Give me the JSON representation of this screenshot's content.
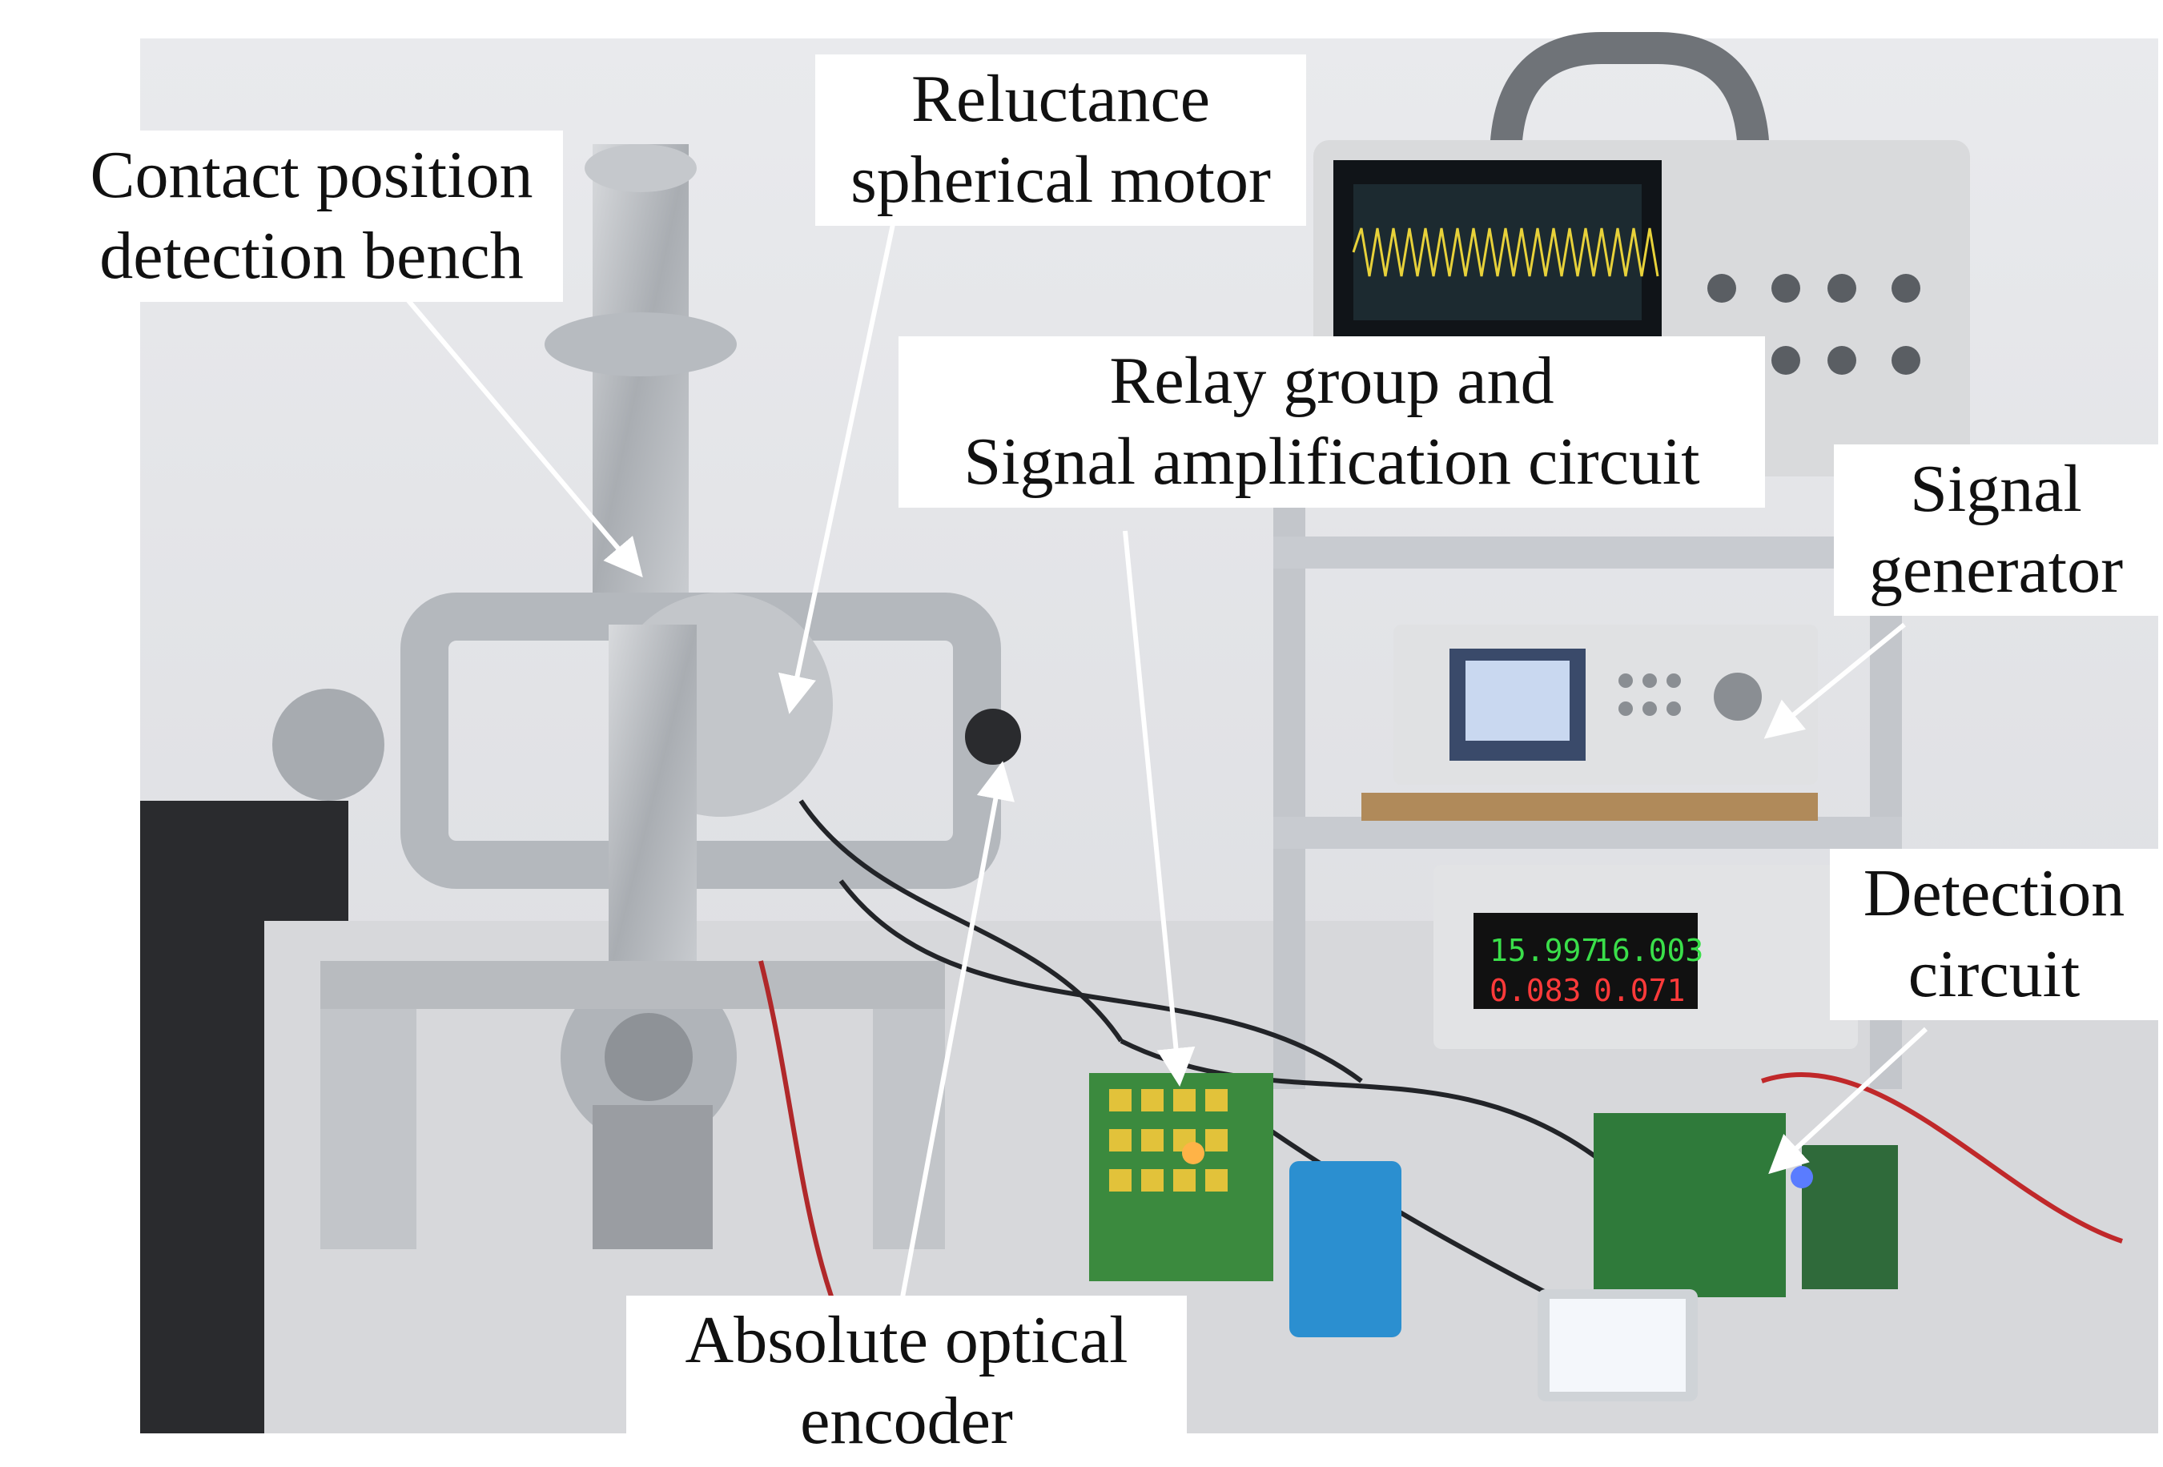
{
  "figure": {
    "labels": {
      "contact_bench": {
        "line1": "Contact position",
        "line2": "detection bench"
      },
      "spherical_motor": {
        "line1": "Reluctance",
        "line2": "spherical motor"
      },
      "relay_group": {
        "line1": "Relay group and",
        "line2": "Signal amplification circuit"
      },
      "signal_generator": {
        "line1": "Signal",
        "line2": "generator"
      },
      "detection_circuit": {
        "line1": "Detection",
        "line2": "circuit"
      },
      "optical_encoder": {
        "line1": "Absolute optical",
        "line2": "encoder"
      }
    },
    "oscilloscope_readouts": [
      "15.997",
      "16.003",
      "0.083",
      "0.071"
    ]
  },
  "colors": {
    "background": "#ffffff",
    "wall": "#e4e5e8",
    "table": "#dcdde0",
    "aluminum": "#b9bcc0",
    "pcb_green": "#2f7a3a",
    "arrow": "#ffffff"
  }
}
